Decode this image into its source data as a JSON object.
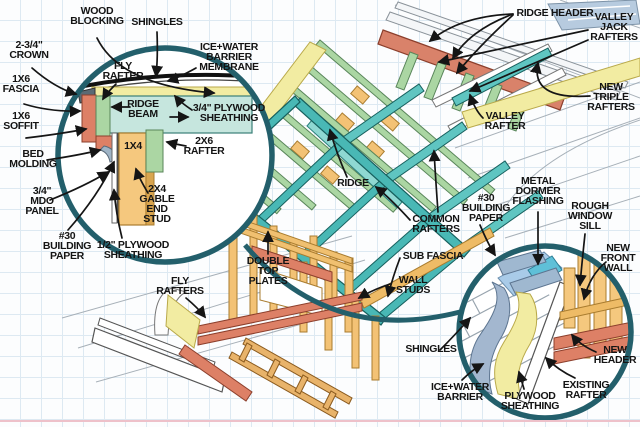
{
  "figure": {
    "type": "construction-cutaway-diagram",
    "subject": "Gable dormer framing with two magnified detail insets"
  },
  "colors": {
    "teal_frame": "#49b8b5",
    "teal_dark": "#17605e",
    "green_rafter": "#abd6a3",
    "yellow_sheathing": "#f2eca2",
    "orange_lumber": "#f3c275",
    "salmon_header": "#dd8066",
    "shingle_blue": "#a3b7cf",
    "inset_ring": "#235f6b",
    "grid": "#dde9f2",
    "label_text": "#141414"
  },
  "labels": {
    "wood_blocking": "WOOD\nBLOCKING",
    "shingles_left": "SHINGLES",
    "crown": "2-3/4\"\nCROWN",
    "fascia_1x6": "1X6\nFASCIA",
    "soffit_1x6": "1X6\nSOFFIT",
    "bed_molding": "BED\nMOLDING",
    "mdo_panel": "3/4\"\nMDO\nPANEL",
    "building_paper_left": "#30\nBUILDING\nPAPER",
    "fly_rafter": "FLY\nRAFTER",
    "ridge_beam": "RIDGE\nBEAM",
    "board_1x4": "1X4",
    "ice_water_membrane": "ICE+WATER\nBARRIER\nMEMBRANE",
    "plywood_34": "3/4\" PLYWOOD\nSHEATHING",
    "rafter_2x6": "2X6\nRAFTER",
    "gable_end_stud": "2X4\nGABLE\nEND\nSTUD",
    "plywood_12": "1/2\" PLYWOOD\nSHEATHING",
    "fly_rafters": "FLY\nRAFTERS",
    "double_top_plates": "DOUBLE\nTOP\nPLATES",
    "ridge": "RIDGE",
    "common_rafters": "COMMON\nRAFTERS",
    "sub_fascia": "SUB FASCIA",
    "wall_studs": "WALL\nSTUDS",
    "ridge_header": "RIDGE HEADER",
    "valley_jack_rafters": "VALLEY\nJACK\nRAFTERS",
    "new_triple_rafters": "NEW\nTRIPLE\nRAFTERS",
    "valley_rafter": "VALLEY\nRAFTER",
    "building_paper_right": "#30\nBUILDING\nPAPER",
    "metal_dormer_flashing": "METAL\nDORMER\nFLASHING",
    "rough_window_sill": "ROUGH\nWINDOW\nSILL",
    "new_front_wall": "NEW\nFRONT\nWALL",
    "new_header": "NEW\nHEADER",
    "existing_rafter": "EXISTING\nRAFTER",
    "plywood_sheathing_right": "PLYWOOD\nSHEATHING",
    "ice_water_right": "ICE+WATER\nBARRIER",
    "shingles_right": "SHINGLES"
  }
}
